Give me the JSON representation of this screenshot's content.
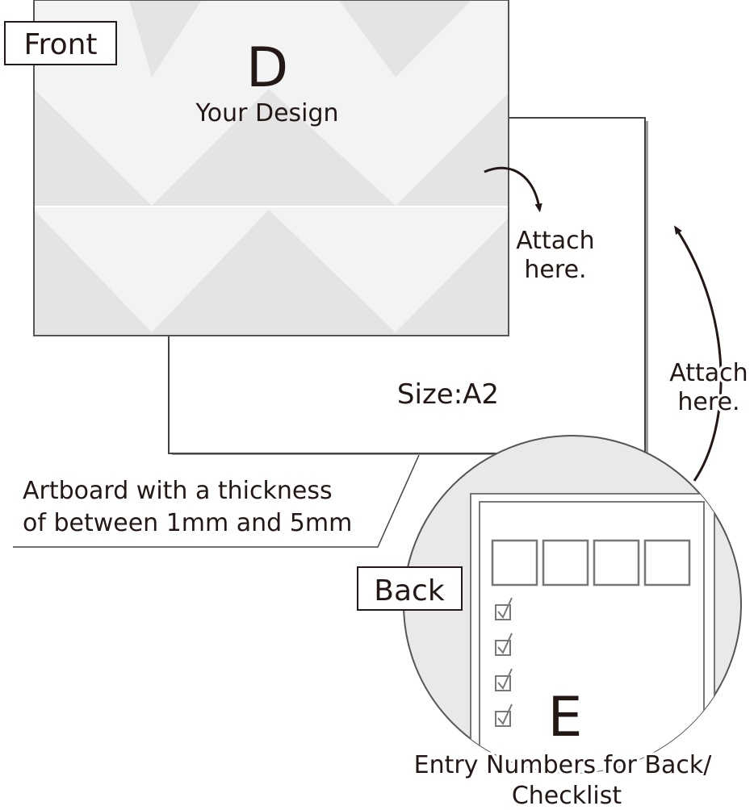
{
  "front": {
    "tag": "Front",
    "letter": "D",
    "design_label": "Your Design"
  },
  "board": {
    "size_label": "Size:A2",
    "attach_top": [
      "Attach",
      "here."
    ],
    "attach_side": [
      "Attach",
      "here."
    ]
  },
  "artboard_note": [
    "Artboard with a thickness",
    "of between 1mm and 5mm"
  ],
  "back": {
    "tag": "Back",
    "letter": "E",
    "caption": [
      "Entry Numbers for Back/",
      "Checklist"
    ],
    "entry_box_count": 4,
    "checkbox_count": 4
  },
  "colors": {
    "ink": "#231815",
    "front_light": "#f2f2f2",
    "front_band": "#e6e6e6",
    "back_circle": "#e9e9e9"
  }
}
